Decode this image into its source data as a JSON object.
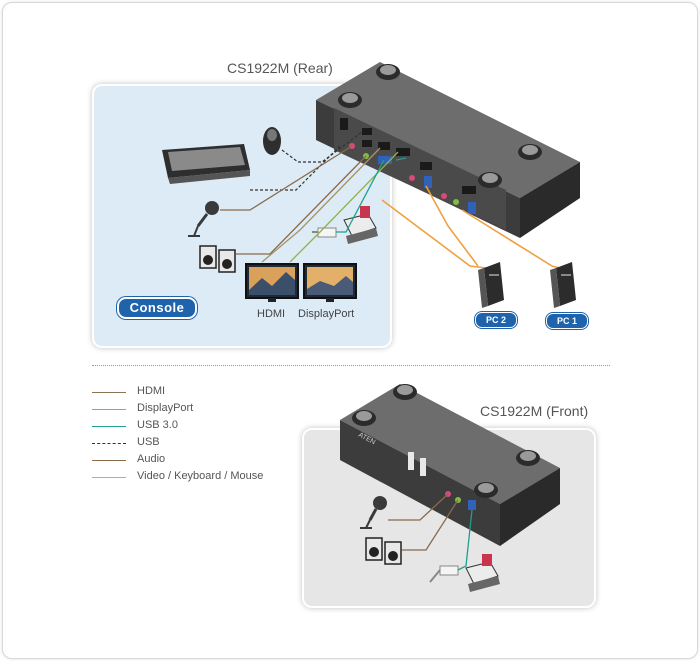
{
  "diagram": {
    "rear_title": "CS1922M (Rear)",
    "front_title": "CS1922M (Front)",
    "console_label": "Console",
    "hdmi_monitor_label": "HDMI",
    "displayport_monitor_label": "DisplayPort",
    "pc_labels": [
      "PC 2",
      "PC 1"
    ],
    "device_logo": "ATEN"
  },
  "legend": [
    {
      "label": "HDMI",
      "color": "#8b7355",
      "style": "solid"
    },
    {
      "label": "DisplayPort",
      "color": "#8fb24a",
      "style": "solid"
    },
    {
      "label": "USB 3.0",
      "color": "#1f9f8f",
      "style": "solid"
    },
    {
      "label": "USB",
      "color": "#333333",
      "style": "dashed"
    },
    {
      "label": "Audio",
      "color": "#8a6a4a",
      "style": "solid"
    },
    {
      "label": "Video / Keyboard / Mouse",
      "color": "#f0a040",
      "style": "solid"
    }
  ],
  "colors": {
    "panel_rear_bg": "#dcebf5",
    "panel_front_bg": "#e6e6e6",
    "badge_blue": "#1f63ad"
  }
}
